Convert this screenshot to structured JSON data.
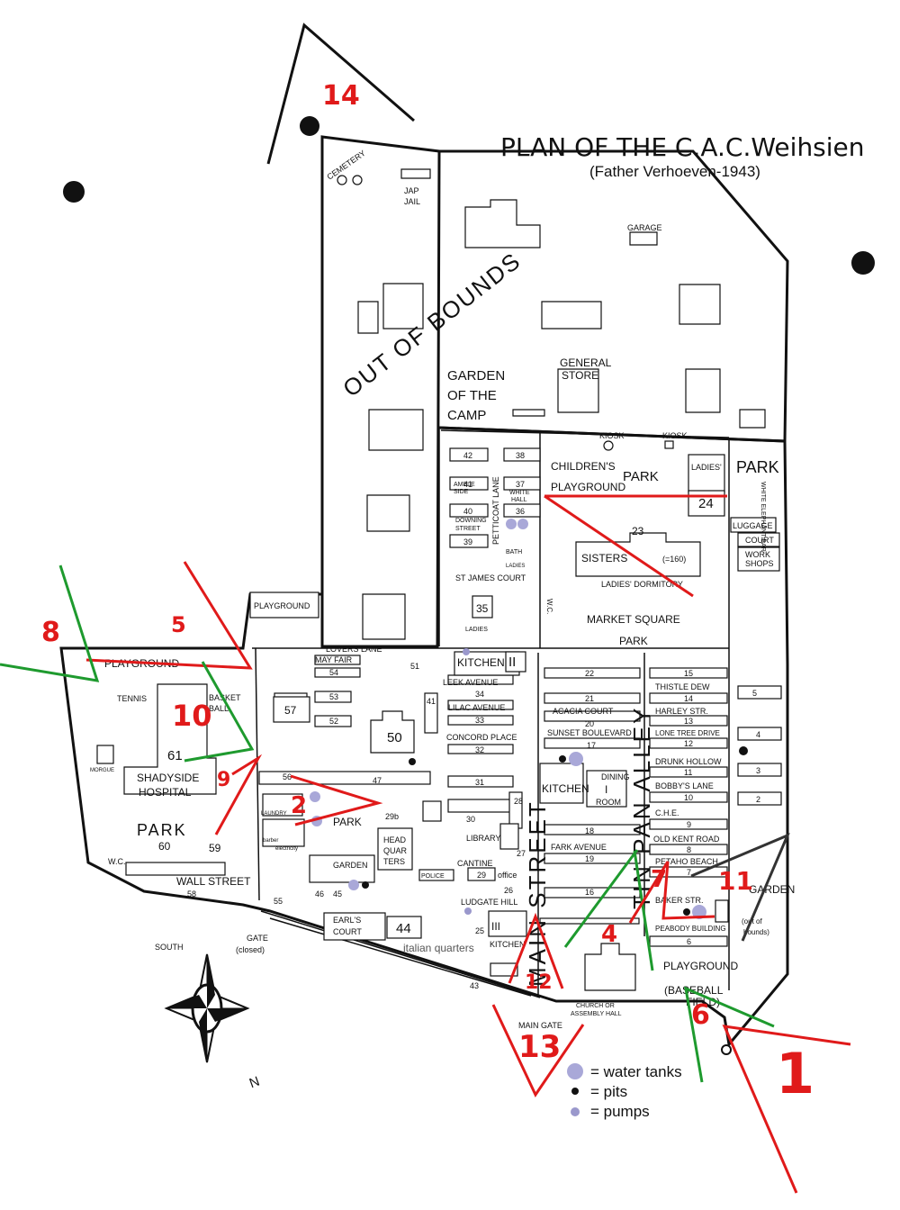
{
  "title": "PLAN OF THE C.A.C.Weihsien",
  "subtitle": "(Father Verhoeven-1943)",
  "out_of_bounds": "OUT OF BOUNDS",
  "areas": {
    "garden_of_camp": [
      "GARDEN",
      "OF THE",
      "CAMP"
    ],
    "general_store": [
      "GENERAL",
      "STORE"
    ],
    "garage": "GARAGE",
    "cemetery": "CEMETERY",
    "jap_jail": [
      "JAP",
      "JAIL"
    ],
    "kiosk1": "KIOSK",
    "kiosk2": "KIOSK",
    "childrens_playground": [
      "CHILDREN'S",
      "PLAYGROUND"
    ],
    "park_top": "PARK",
    "ladies": "LADIES'",
    "park_right": "PARK",
    "white_rabbit": "WHITE ELEPHANT BAR",
    "luggage": "LUGGAGE",
    "court": "COURT",
    "workshops": [
      "WORK",
      "SHOPS"
    ],
    "sisters": "SISTERS",
    "ladies_dormitory": "LADIES' DORMITORY",
    "dorm_count": "(=160)",
    "market_square": [
      "MARKET SQUARE",
      "PARK"
    ],
    "playground_mid": "PLAYGROUND",
    "lovers_lane": "LOVERS LANE",
    "playground_left": "PLAYGROUND",
    "tennis": "TENNIS",
    "basketball": [
      "BASKET",
      "BALL"
    ],
    "shadyside": [
      "SHADYSIDE",
      "HOSPITAL"
    ],
    "morgue": "MORGUE",
    "park_left": "PARK",
    "wall_street": "WALL STREET",
    "wc_left": "W.C.",
    "south": "SOUTH",
    "gate_closed": [
      "GATE",
      "(closed)"
    ],
    "earls_court": [
      "EARL'S",
      "COURT"
    ],
    "italian_quarters": "italian quarters",
    "main_gate": "MAIN GATE",
    "church": [
      "CHURCH OR",
      "ASSEMBLY HALL"
    ],
    "baseball": [
      "PLAYGROUND",
      "(BASEBALL",
      "FIELD)"
    ],
    "garden_right": "GARDEN",
    "out_of_bounds_small": [
      "(out of",
      "bounds)"
    ],
    "main_street": "MAIN STREET",
    "tin_pan_alley": "TIN PAN ALLEY",
    "petticoat_lane": "PETTICOAT LANE",
    "st_james": "ST JAMES COURT",
    "kitchen1": "KITCHEN",
    "kitchen2": "KITCHEN",
    "kitchen3": "KITCHEN",
    "mayfair": "MAY FAIR",
    "leek_avenue": "LEEK AVENUE",
    "lilac_avenue": "LILAC AVENUE",
    "concord_place": "CONCORD PLACE",
    "acacia_court": "ACACIA COURT",
    "sunset_boulevard": "SUNSET BOULEVARD",
    "thistle_dew": "THISTLE DEW",
    "harley_str": "HARLEY STR.",
    "lone_tree": "LONE TREE DRIVE",
    "drunk_hollow": "DRUNK HOLLOW",
    "bobbys_lane": "BOBBY'S LANE",
    "che": "C.H.E.",
    "old_kent_road": "OLD KENT ROAD",
    "petaho_beach": "PETAHO BEACH",
    "baker_str": "BAKER STR.",
    "peabody": "PEABODY BUILDING",
    "fark_avenue": "FARK AVENUE",
    "dining_room": [
      "DINING",
      "I",
      "ROOM"
    ],
    "library": "LIBRARY",
    "cantine": "CANTINE",
    "office": "office",
    "police": "POLICE",
    "ludgate_hill": "LUDGATE HILL",
    "head_quarters": [
      "HEAD",
      "QUAR",
      "TERS"
    ],
    "garden_mid": "GARDEN",
    "park_mid": "PARK",
    "laundry": "LAUNDRY",
    "barber": "barber",
    "electricity": "electricity",
    "amble_side": [
      "AMBLE",
      "SIDE"
    ],
    "white_hall": [
      "WHITE",
      "HALL"
    ],
    "downing_street": [
      "DOWNING",
      "STREET"
    ],
    "bath_ladies": [
      "BATH",
      "LADIES"
    ],
    "ladies_small": "LADIES",
    "wc_mid": "W.C.",
    "roman_two": "II",
    "roman_three": "III",
    "roman_one": "I"
  },
  "block_numbers": [
    "42",
    "38",
    "41",
    "37",
    "40",
    "36",
    "39",
    "35",
    "24",
    "23",
    "54",
    "53",
    "52",
    "57",
    "51",
    "41",
    "34",
    "33",
    "32",
    "31",
    "50",
    "61",
    "56",
    "47",
    "30",
    "28",
    "29b",
    "29",
    "26",
    "25",
    "44",
    "55",
    "60",
    "59",
    "58",
    "43",
    "22",
    "21",
    "20",
    "17",
    "18",
    "16",
    "15",
    "14",
    "13",
    "12",
    "11",
    "10",
    "9",
    "8",
    "7",
    "6",
    "5",
    "4",
    "3",
    "2",
    "19",
    "27",
    "46",
    "45"
  ],
  "legend": {
    "water_tanks": "= water tanks",
    "pits": "= pits",
    "pumps": "= pumps"
  },
  "annotations": [
    "1",
    "2",
    "4",
    "5",
    "6",
    "7",
    "8",
    "9",
    "10",
    "11",
    "12",
    "13",
    "14"
  ],
  "colors": {
    "annotation_red": "#e01a1a",
    "annotation_green": "#1e9a2e",
    "water_tank": "#a9a8d8",
    "pump": "#9a98cc",
    "pit": "#111111"
  }
}
